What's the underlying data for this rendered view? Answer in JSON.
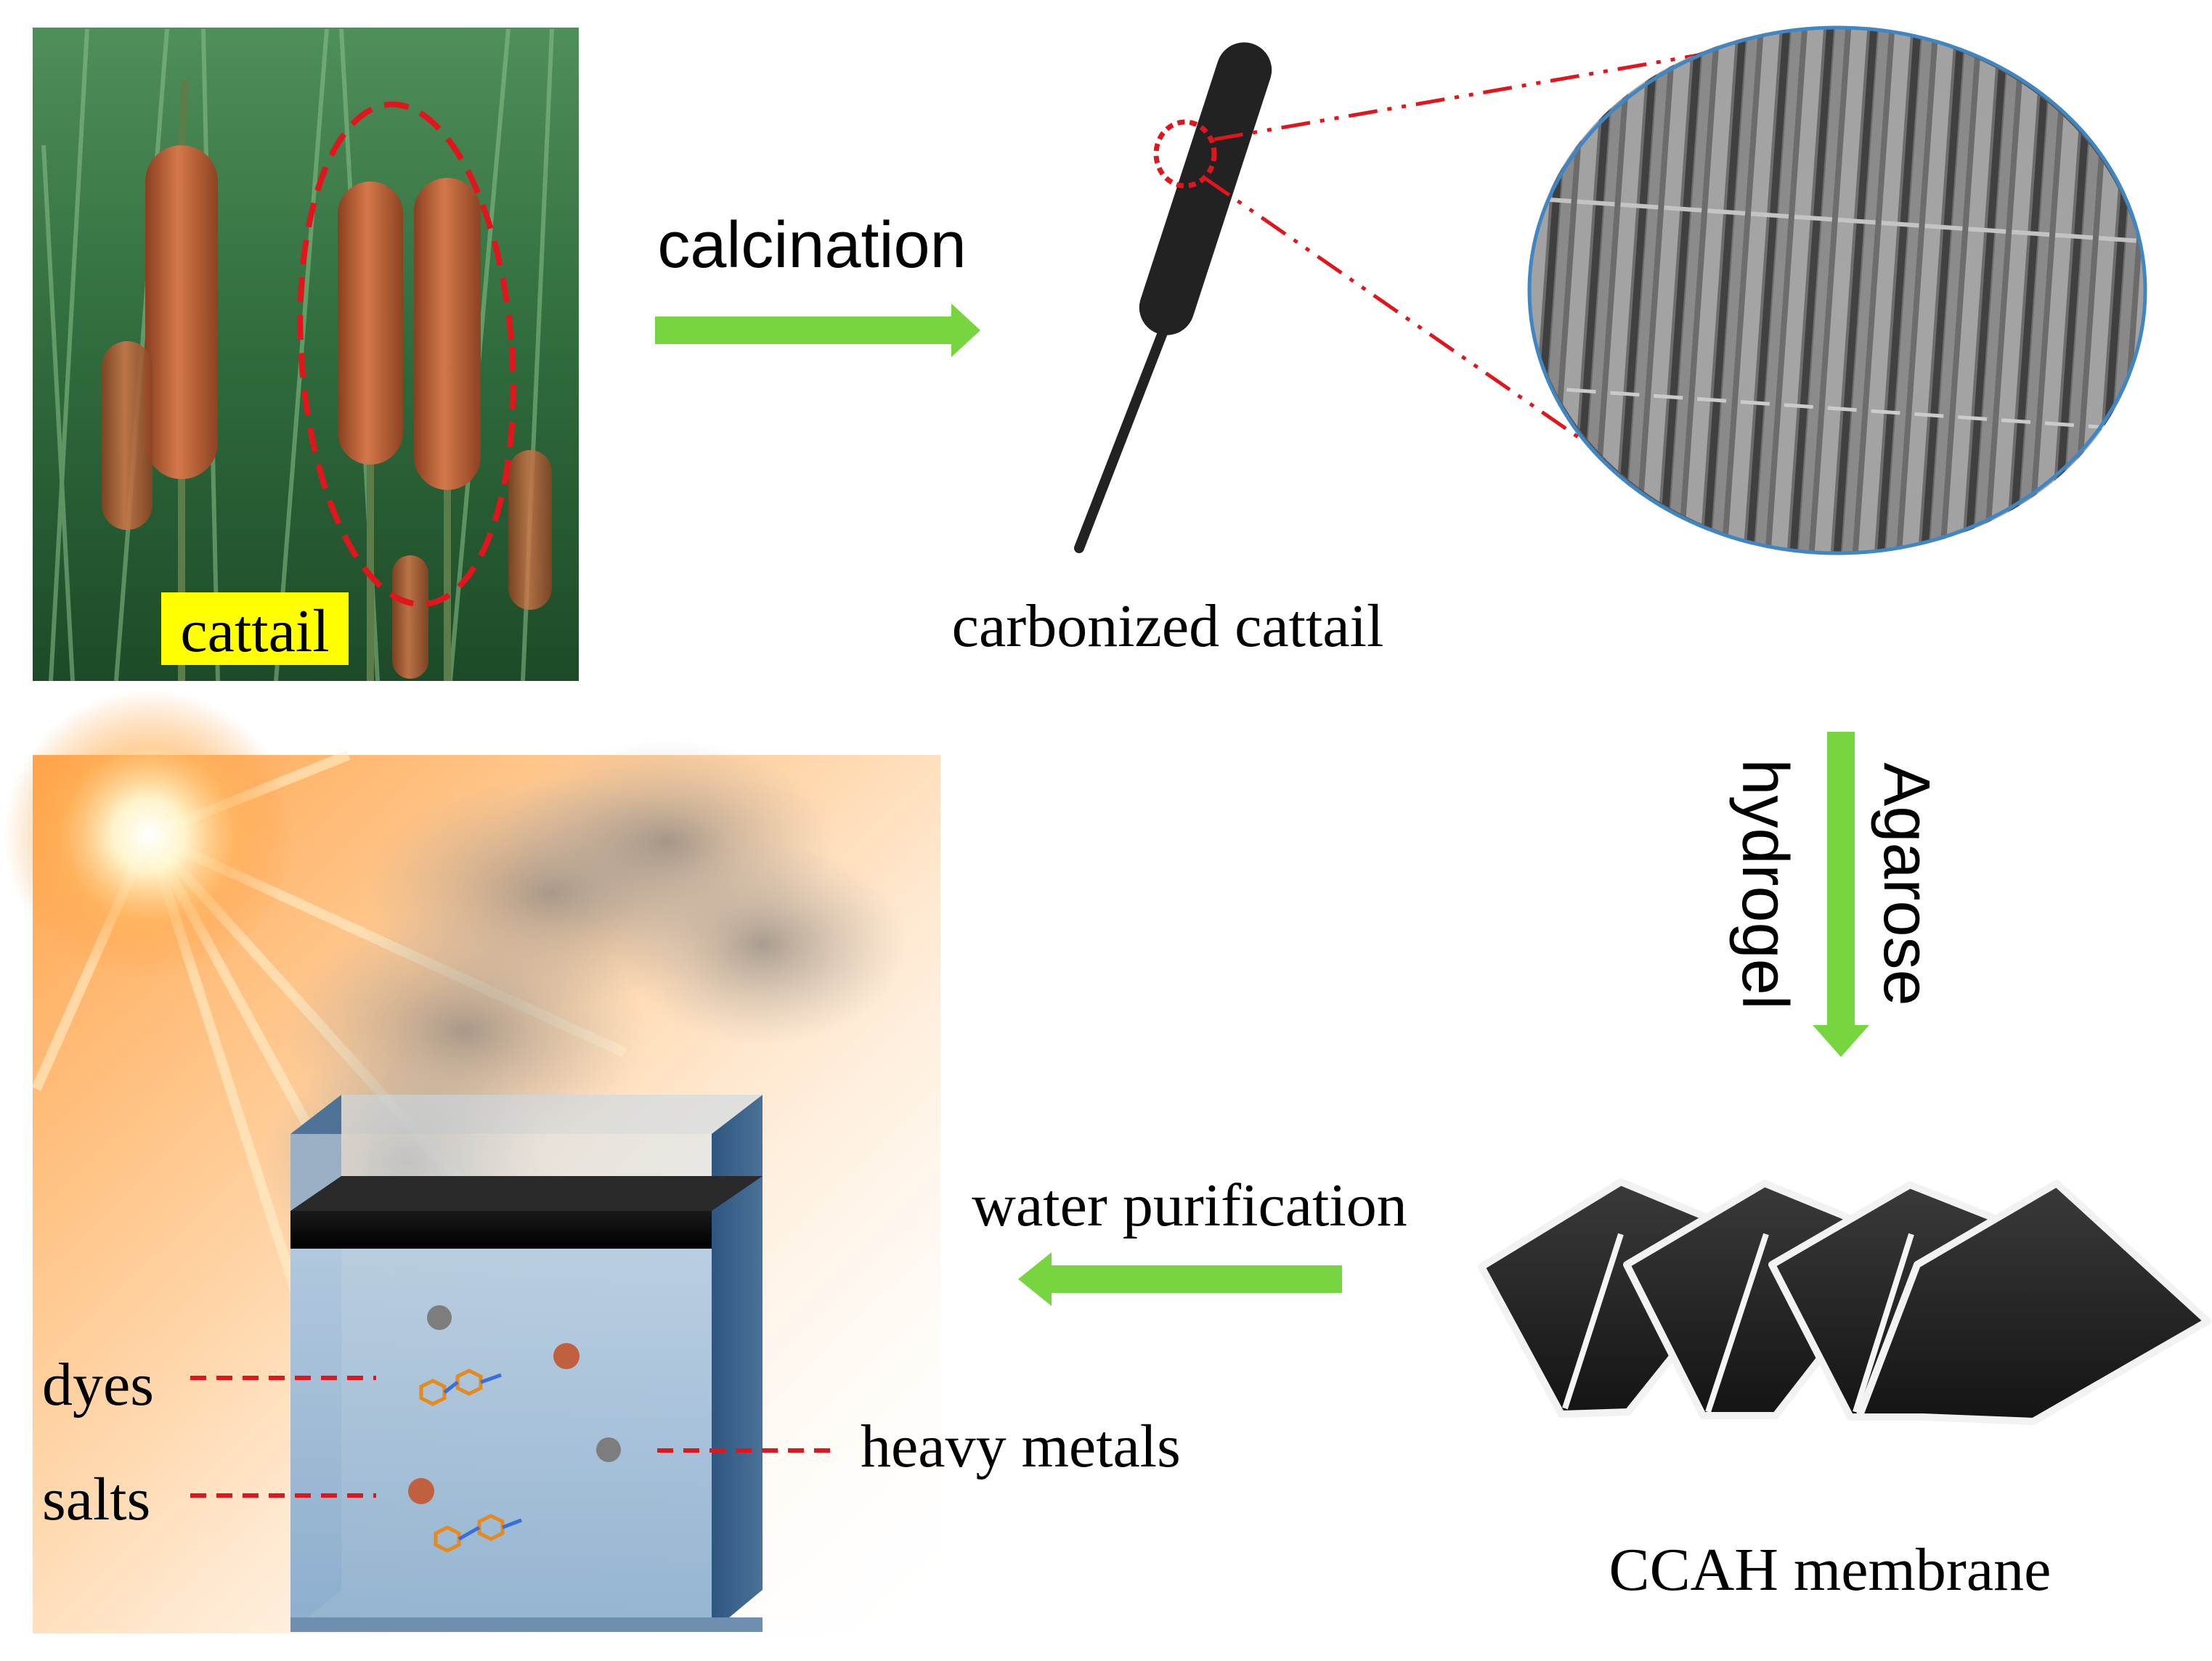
{
  "panels": {
    "cattail_photo": {
      "caption": "cattail",
      "caption_bg": "#ffff00"
    },
    "carbonized": {
      "caption": "carbonized cattail"
    },
    "membrane": {
      "caption": "CCAH membrane"
    },
    "evaporator": {
      "labels": {
        "dyes": "dyes",
        "salts": "salts",
        "heavy_metals": "heavy metals"
      }
    }
  },
  "steps": {
    "calcination": "calcination",
    "agarose_line1": "Agarose",
    "agarose_line2": "hydrogel",
    "water_purification": "water purification"
  },
  "colors": {
    "arrow": "#77d640",
    "callout": "#e0161c",
    "sem_border": "#3f86c2",
    "carbon": "#222222",
    "water": "#9ab8d3",
    "tank_side": "#365d85",
    "grass": "#2e6d3a",
    "spike": "#c0663a"
  }
}
